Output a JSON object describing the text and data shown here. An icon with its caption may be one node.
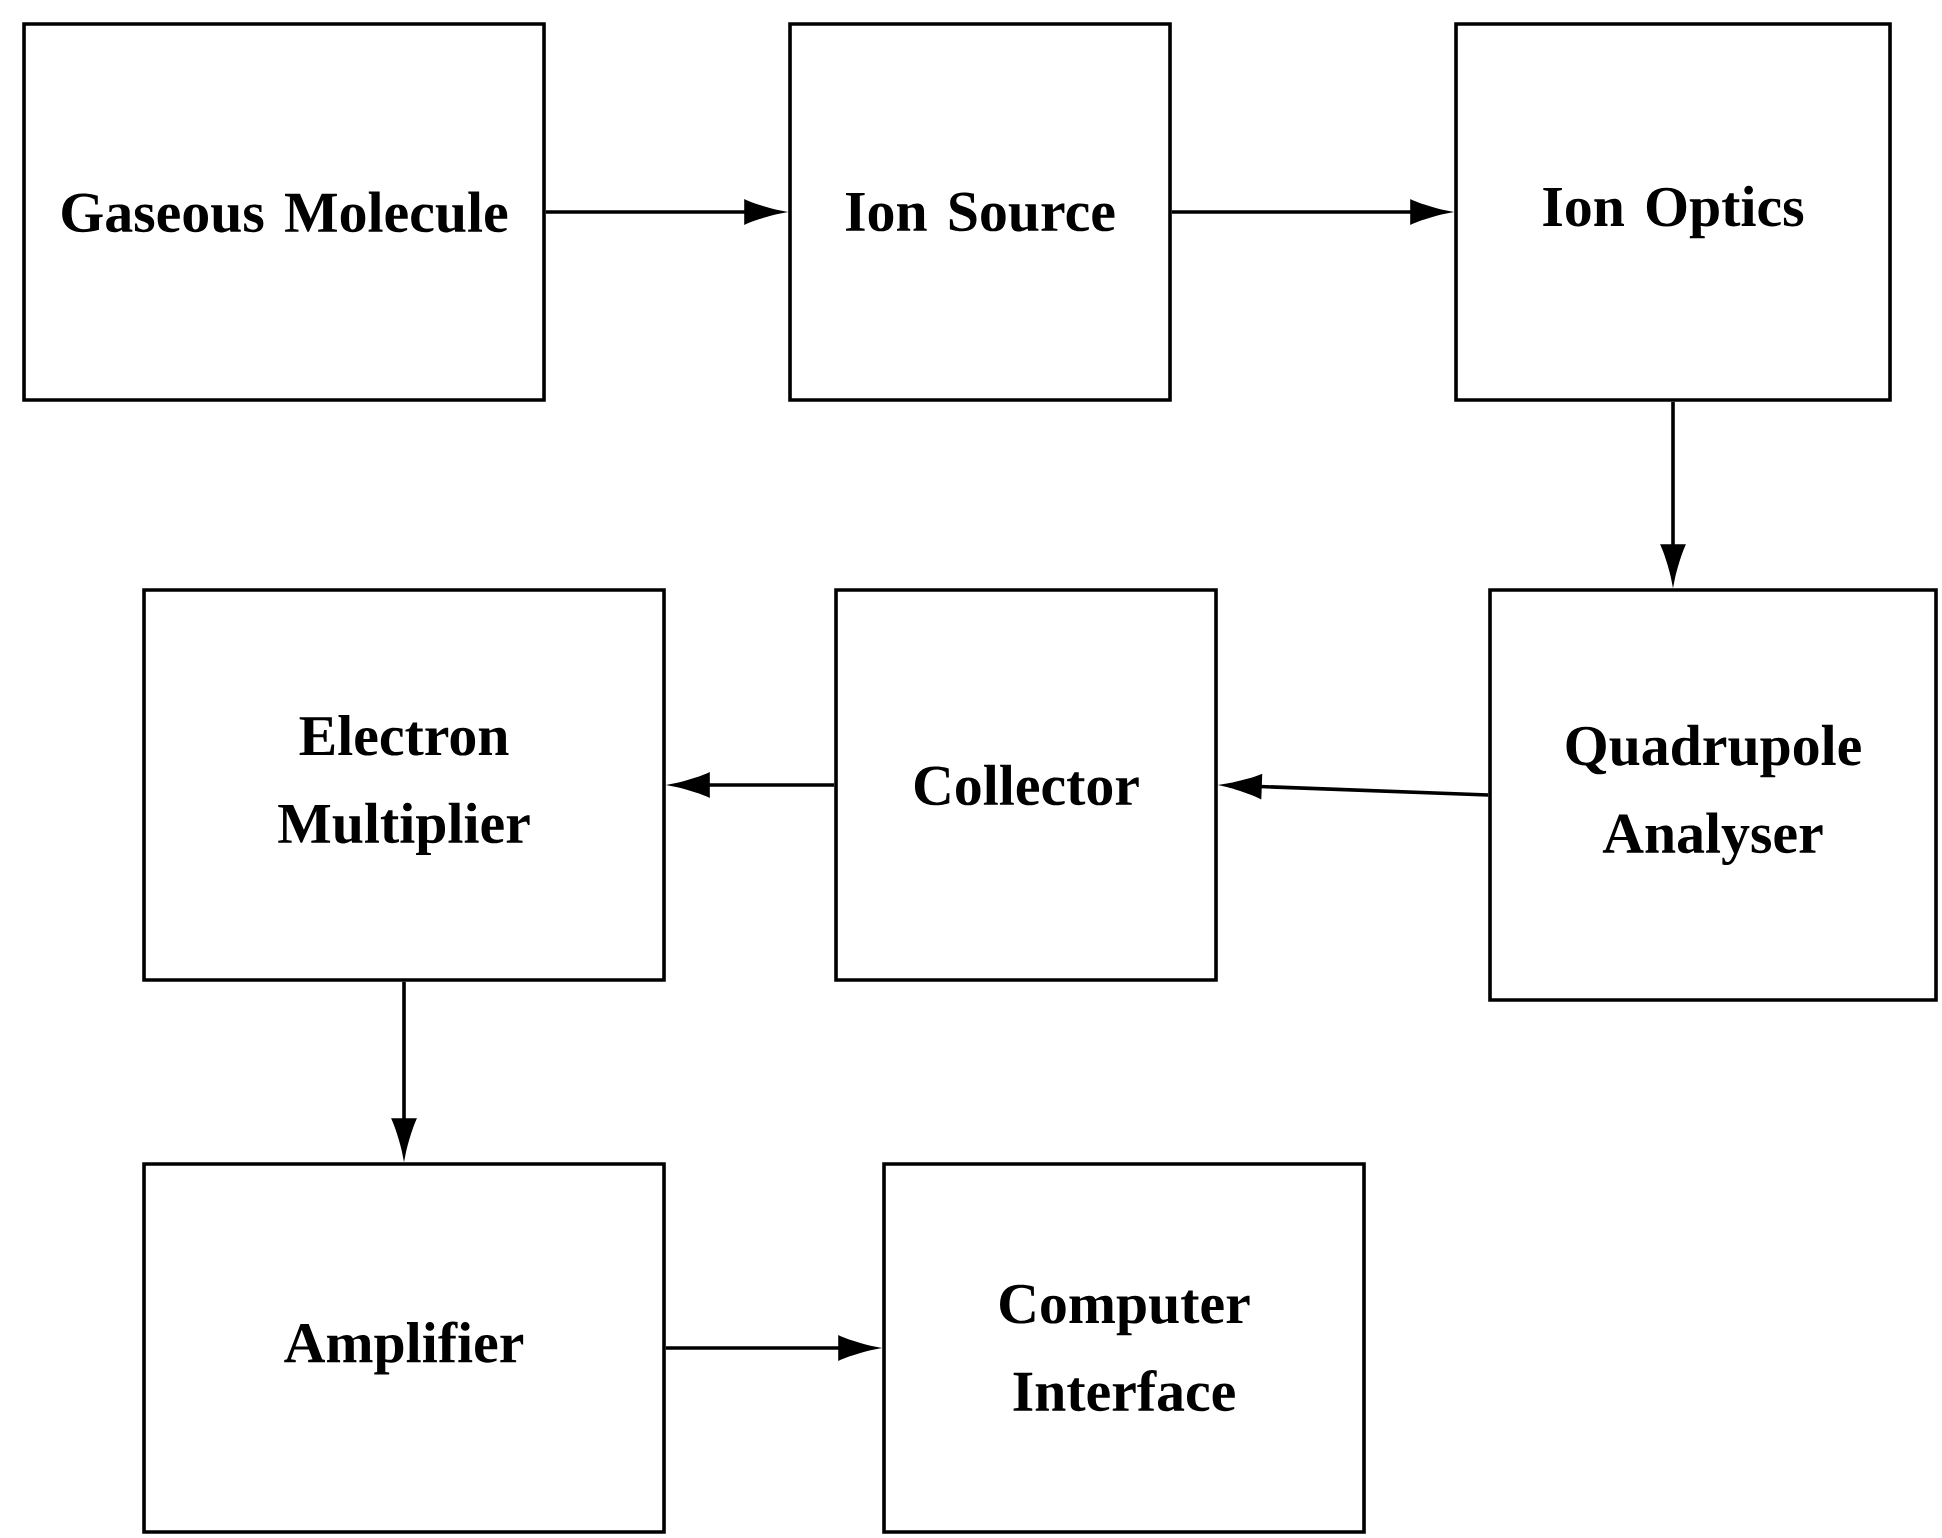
{
  "diagram": {
    "nodes": [
      {
        "text": [
          "Gaseous Molecule"
        ]
      },
      {
        "text": [
          "Ion Source"
        ]
      },
      {
        "text": [
          "Ion Optics"
        ]
      },
      {
        "text": [
          "Quadrupole Analyser"
        ]
      },
      {
        "text": [
          "Collector"
        ]
      },
      {
        "text": [
          "Electron Multiplier"
        ]
      },
      {
        "text": [
          "Amplifier"
        ]
      },
      {
        "text": [
          "Computer Interface"
        ]
      }
    ],
    "edges": [
      {
        "from": 0,
        "to": 1,
        "arrow": "to"
      },
      {
        "from": 1,
        "to": 2,
        "arrow": "to"
      },
      {
        "from": 2,
        "to": 3,
        "arrow": "to"
      },
      {
        "from": 3,
        "to": 4,
        "arrow": "to"
      },
      {
        "from": 4,
        "to": 5,
        "arrow": "to"
      },
      {
        "from": 5,
        "to": 6,
        "arrow": "to"
      },
      {
        "from": 6,
        "to": 7,
        "arrow": "to"
      }
    ]
  }
}
